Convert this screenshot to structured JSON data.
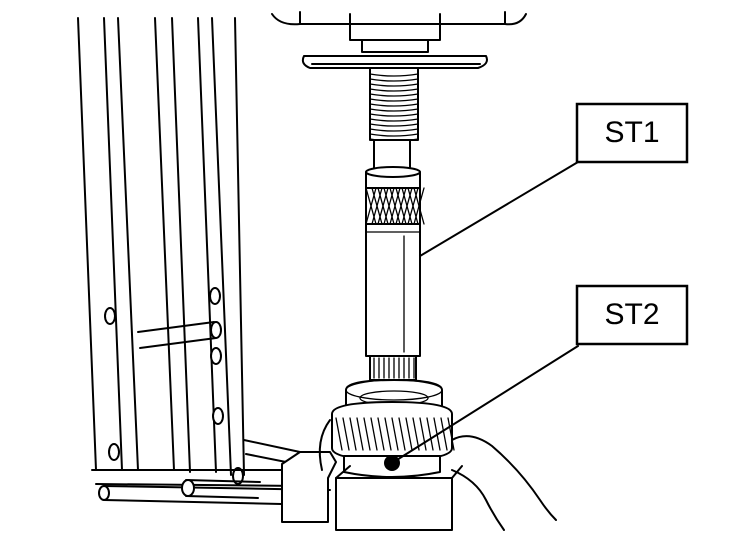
{
  "callouts": [
    {
      "id": "st1",
      "text": "ST1"
    },
    {
      "id": "st2",
      "text": "ST2"
    }
  ]
}
